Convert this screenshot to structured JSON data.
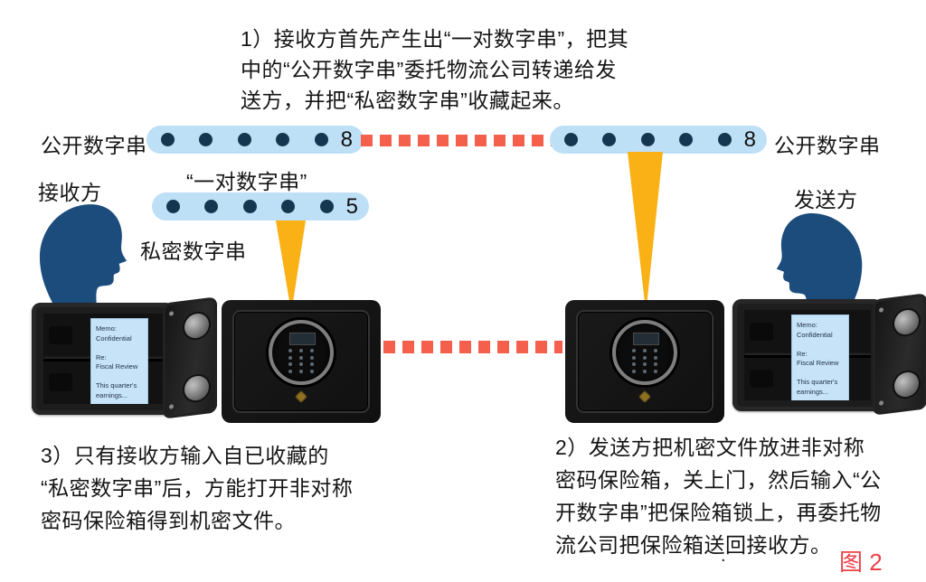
{
  "steps": {
    "step1": "1）接收方首先产生出“一对数字串”，把其\n中的“公开数字串”委托物流公司转递给发\n送方，并把“私密数字串”收藏起来。",
    "step2": "2）发送方把机密文件放进非对称\n密码保险箱，关上门，然后输入“公\n开数字串”把保险箱锁上，再委托物\n流公司把保险箱送回接收方。",
    "step3": "3）只有接收方输入自已收藏的\n“私密数字串”后，方能打开非对称\n密码保险箱得到机密文件。"
  },
  "labels": {
    "public_string_left": "公开数字串",
    "public_string_right": "公开数字串",
    "pair_string": "“一对数字串”",
    "private_string": "私密数字串",
    "receiver": "接收方",
    "sender": "发送方",
    "figure": "图 2",
    "period": "."
  },
  "bars": {
    "public_left": {
      "dots": 5,
      "value": "8"
    },
    "public_right": {
      "dots": 5,
      "value": "8"
    },
    "private": {
      "dots": 5,
      "value": "5"
    }
  },
  "safe_document": "Memo:\nConfidential\n\nRe:\nFiscal Review\n\nThis quarter's\nearnings...",
  "colors": {
    "bar_background": "#BEE0F7",
    "bar_dot": "#14374F",
    "dash_red": "#F4604C",
    "pointer_yellow": "#F9B116",
    "head_blue": "#1B4C7C",
    "figure_label_red": "#EC4048",
    "document_blue": "#C6E3F8"
  }
}
